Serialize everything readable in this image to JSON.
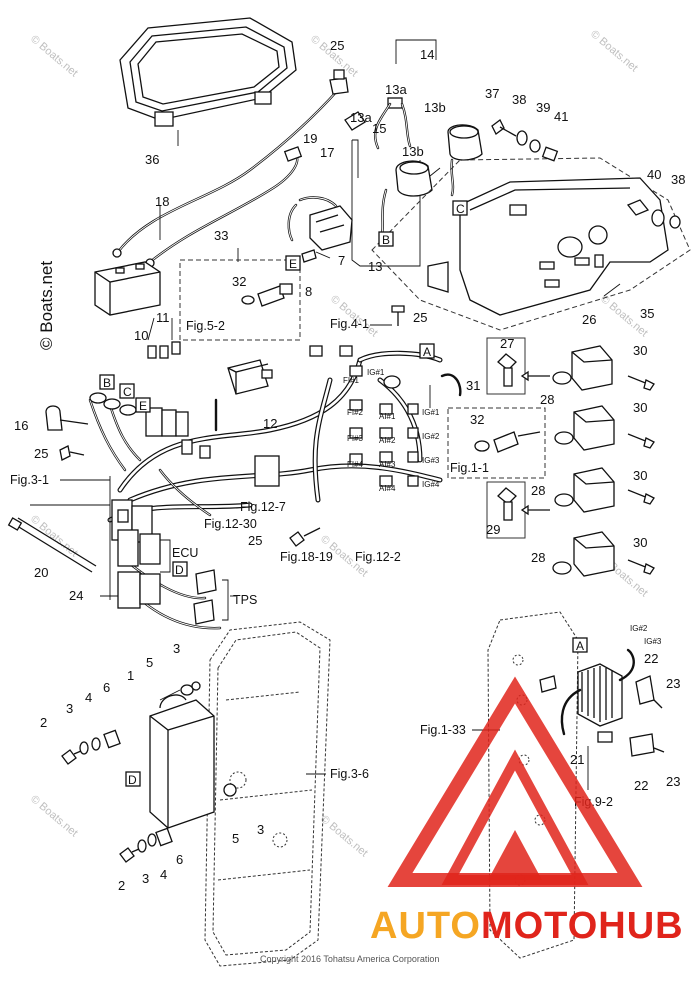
{
  "callouts": {
    "n1": "1",
    "n2a": "2",
    "n2b": "2",
    "n3a": "3",
    "n3b": "3",
    "n3c": "3",
    "n3d": "3",
    "n4a": "4",
    "n4b": "4",
    "n5a": "5",
    "n5b": "5",
    "n6a": "6",
    "n6b": "6",
    "n7": "7",
    "n8": "8",
    "n10": "10",
    "n11": "11",
    "n12": "12",
    "n13": "13",
    "n13a1": "13a",
    "n13a2": "13a",
    "n13b1": "13b",
    "n13b2": "13b",
    "n14": "14",
    "n15": "15",
    "n16": "16",
    "n17": "17",
    "n18": "18",
    "n19": "19",
    "n20": "20",
    "n21": "21",
    "n22a": "22",
    "n22b": "22",
    "n23a": "23",
    "n23b": "23",
    "n24": "24",
    "n25a": "25",
    "n25b": "25",
    "n25c": "25",
    "n25d": "25",
    "n26": "26",
    "n27": "27",
    "n28a": "28",
    "n28b": "28",
    "n28c": "28",
    "n29": "29",
    "n30a": "30",
    "n30b": "30",
    "n30c": "30",
    "n30d": "30",
    "n31": "31",
    "n32a": "32",
    "n32b": "32",
    "n33": "33",
    "n35": "35",
    "n36": "36",
    "n37": "37",
    "n38a": "38",
    "n38b": "38",
    "n39": "39",
    "n40": "40",
    "n41": "41"
  },
  "figure_refs": {
    "fig5_2": "Fig.5-2",
    "fig4_1": "Fig.4-1",
    "fig1_1": "Fig.1-1",
    "fig3_1": "Fig.3-1",
    "fig12_7": "Fig.12-7",
    "fig12_30": "Fig.12-30",
    "fig18_19": "Fig.18-19",
    "fig12_2": "Fig.12-2",
    "fig1_33": "Fig.1-33",
    "fig3_6": "Fig.3-6",
    "fig9_2": "Fig.9-2"
  },
  "box_labels": {
    "A1": "A",
    "A2": "A",
    "B1": "B",
    "B2": "B",
    "C1": "C",
    "C2": "C",
    "D1": "D",
    "D2": "D",
    "E1": "E",
    "E2": "E"
  },
  "group_labels": {
    "ecu": "ECU",
    "tps": "TPS"
  },
  "connector_labels": {
    "ign1": "IG#1",
    "fi1": "FI#1",
    "fi2": "FI#2",
    "fi3": "FI#3",
    "fi4": "FI#4",
    "ai1": "AI#1",
    "ai2": "AI#2",
    "ai3": "AI#3",
    "ai4": "AI#4",
    "ig1": "IG#1",
    "ig2": "IG#2",
    "ig3": "IG#3",
    "ig4": "IG#4",
    "ig2b": "IG#2",
    "ig3b": "IG#3"
  },
  "watermark": {
    "site": "© Boats.net",
    "side": "© Boats.net"
  },
  "brand": {
    "part1": "AUTO",
    "part2": "MOTO",
    "part3": "HUB",
    "red": "#e0241b",
    "orange": "#f5a623"
  },
  "copyright": "Copyright 2016 Tohatsu America Corporation"
}
